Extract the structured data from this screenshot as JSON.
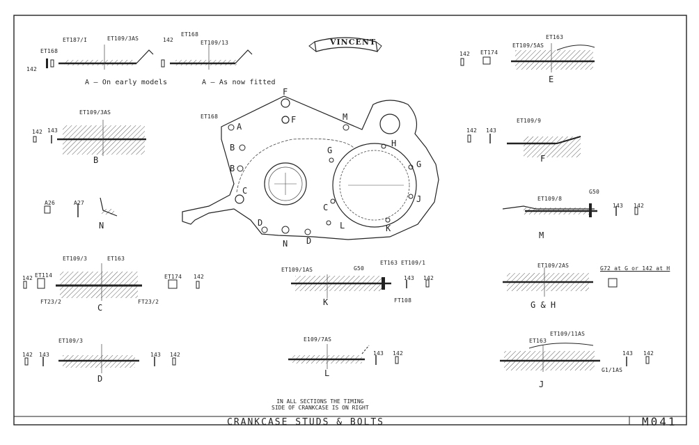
{
  "drawing": {
    "brand": "VINCENT",
    "title": "CRANKCASE STUDS & BOLTS",
    "number": "M041",
    "note_lines": [
      "IN ALL SECTIONS THE TIMING",
      "SIDE OF CRANKCASE IS ON RIGHT"
    ]
  },
  "sections": {
    "A_early": {
      "caption": "A — On early models",
      "parts": {
        "et168": "ET168",
        "et187": "ET187/I",
        "stud": "ET109/3AS",
        "p142": "142"
      }
    },
    "A_now": {
      "caption": "A — As now fitted",
      "parts": {
        "p142": "142",
        "et168": "ET168",
        "stud": "ET109/13"
      }
    },
    "B": {
      "caption": "B",
      "parts": {
        "p142": "142",
        "p143": "143",
        "stud": "ET109/3AS"
      }
    },
    "N": {
      "caption": "N",
      "parts": {
        "a26": "A26",
        "a27": "A27"
      }
    },
    "C": {
      "caption": "C",
      "parts": {
        "p142a": "142",
        "et114": "ET114",
        "stud": "ET109/3",
        "et163": "ET163",
        "et174": "ET174",
        "p142b": "142",
        "ft_left": "FT23/2",
        "ft_right": "FT23/2"
      }
    },
    "D": {
      "caption": "D",
      "parts": {
        "p142a": "142",
        "p143a": "143",
        "stud": "ET109/3",
        "p143b": "143",
        "p142b": "142"
      }
    },
    "E": {
      "caption": "E",
      "parts": {
        "p142": "142",
        "et174": "ET174",
        "stud": "ET109/5AS",
        "et163": "ET163"
      }
    },
    "F": {
      "caption": "F",
      "parts": {
        "p142": "142",
        "p143": "143",
        "stud": "ET109/9"
      }
    },
    "M": {
      "caption": "M",
      "parts": {
        "stud": "ET109/8",
        "g50": "G50",
        "p143": "143",
        "p142": "142"
      }
    },
    "K": {
      "caption": "K",
      "parts": {
        "stud": "ET109/1AS",
        "g50": "G50",
        "et163": "ET163",
        "et109_1": "ET109/1",
        "ft108": "FT108",
        "p143": "143",
        "p142": "142"
      }
    },
    "GH": {
      "caption": "G & H",
      "parts": {
        "stud": "ET109/2AS",
        "note": "G72 at G or 142 at H"
      }
    },
    "L": {
      "caption": "L",
      "parts": {
        "stud": "E109/7AS",
        "p143": "143",
        "p142": "142"
      }
    },
    "J": {
      "caption": "J",
      "parts": {
        "et163": "ET163",
        "stud": "ET109/11AS",
        "g1": "G1/1AS",
        "p143": "143",
        "p142": "142"
      }
    }
  },
  "crankcase_markers": {
    "et168": "ET168",
    "letters": [
      "F",
      "F",
      "M",
      "A",
      "B",
      "B",
      "C",
      "D",
      "D",
      "N",
      "G",
      "G",
      "H",
      "C",
      "J",
      "L",
      "K"
    ]
  }
}
